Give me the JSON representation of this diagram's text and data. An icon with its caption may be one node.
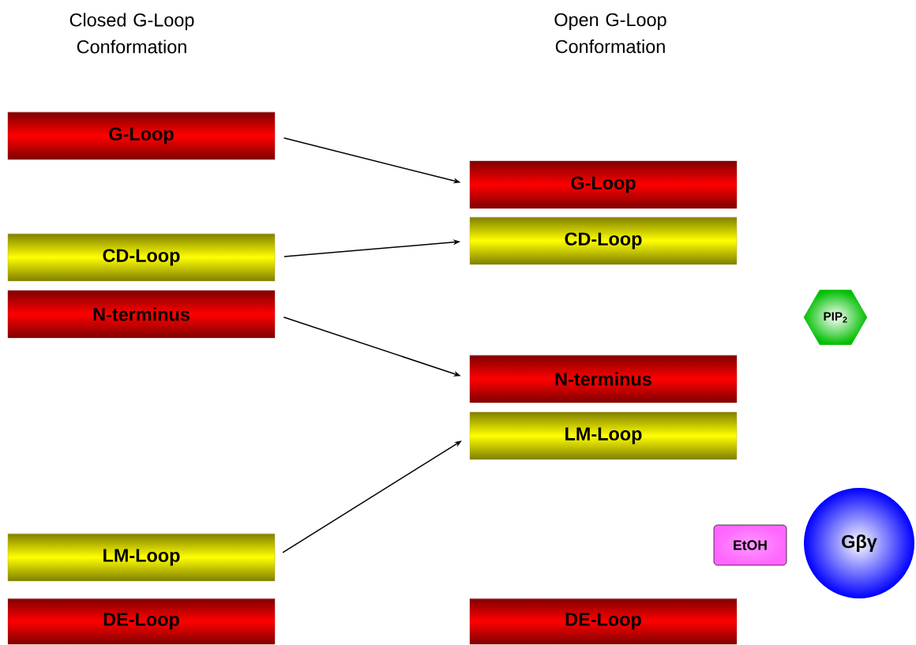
{
  "diagram": {
    "nodes": [
      {
        "text": [
          "G-Loop"
        ]
      },
      {
        "text": [
          "CD-Loop"
        ]
      },
      {
        "text": [
          "N-terminus"
        ]
      },
      {
        "text": [
          "LM-Loop"
        ]
      },
      {
        "text": [
          "DE-Loop"
        ]
      },
      {
        "text": [
          "G-Loop"
        ]
      },
      {
        "text": [
          "CD-Loop"
        ]
      },
      {
        "text": [
          "N-terminus"
        ]
      },
      {
        "text": [
          "LM-Loop"
        ]
      },
      {
        "text": [
          "DE-Loop"
        ]
      },
      {
        "text": [
          "PIP$_{2}$"
        ]
      },
      {
        "text": [
          "EtOH"
        ]
      },
      {
        "text": [
          "Gβγ"
        ]
      }
    ],
    "edges": [
      {
        "from": 0,
        "to": 5,
        "arrow": "to"
      },
      {
        "from": 1,
        "to": 6,
        "arrow": "to"
      },
      {
        "from": 2,
        "to": 7,
        "arrow": "to"
      },
      {
        "from": 3,
        "to": 8,
        "arrow": "to"
      }
    ],
    "labels": [
      "Closed G-Loop Conformation",
      "Open G-Loop Conformation"
    ]
  }
}
